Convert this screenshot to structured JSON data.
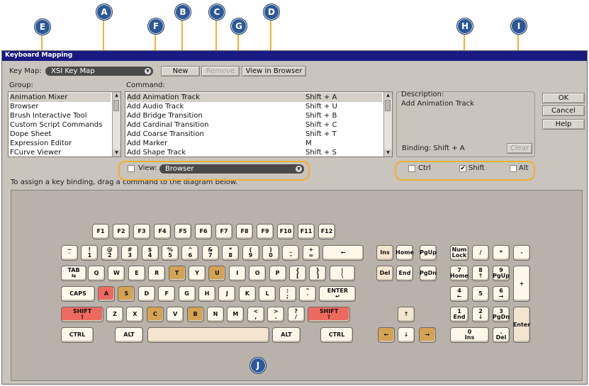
{
  "markers": [
    "A",
    "B",
    "C",
    "D",
    "E",
    "F",
    "G",
    "H",
    "I",
    "J"
  ],
  "window": {
    "title": "Keyboard Mapping"
  },
  "keymap": {
    "label": "Key Map:",
    "value": "XSI Key Map"
  },
  "buttons": {
    "new": "New",
    "remove": "Remove",
    "view_in_browser": "View in Browser",
    "ok": "OK",
    "cancel": "Cancel",
    "help": "Help",
    "clear": "Clear"
  },
  "group": {
    "label": "Group:",
    "items": [
      "Animation Mixer",
      "Browser",
      "Brush Interactive Tool",
      "Custom Script Commands",
      "Dope Sheet",
      "Expression Editor",
      "FCurve Viewer"
    ],
    "selected_index": 0
  },
  "command": {
    "label": "Command:",
    "items": [
      {
        "name": "Add Animation Track",
        "binding": "Shift + A"
      },
      {
        "name": "Add Audio Track",
        "binding": "Shift + U"
      },
      {
        "name": "Add Bridge Transition",
        "binding": "Shift + B"
      },
      {
        "name": "Add Cardinal Transition",
        "binding": "Shift + C"
      },
      {
        "name": "Add Coarse Transition",
        "binding": "Shift + T"
      },
      {
        "name": "Add Marker",
        "binding": "M"
      },
      {
        "name": "Add Shape Track",
        "binding": "Shift + S"
      }
    ],
    "selected_index": 0
  },
  "description": {
    "label": "Description:",
    "text": "Add Animation Track",
    "binding": "Binding: Shift + A"
  },
  "view": {
    "label": "View:",
    "value": "Browser",
    "checked": false
  },
  "modifiers": [
    {
      "label": "Ctrl",
      "checked": false
    },
    {
      "label": "Shift",
      "checked": true
    },
    {
      "label": "Alt",
      "checked": false
    }
  ],
  "hint": "To assign a key binding, drag a command to the diagram below.",
  "colors": {
    "titlebar": "#1a1a80",
    "marker": "#2c5897",
    "callout": "#f0b232",
    "key_bound": "#d4a254",
    "key_modifier_active": "#ee6a60",
    "key_default": "#fdf8ea"
  },
  "keyboard": {
    "fkeys": [
      "F1",
      "F2",
      "F3",
      "F4",
      "F5",
      "F6",
      "F7",
      "F8",
      "F9",
      "F10",
      "F11",
      "F12"
    ],
    "row1": [
      "~\n`",
      "!\n1",
      "@\n2",
      "#\n3",
      "$\n4",
      "%\n5",
      "^\n6",
      "&\n7",
      "*\n8",
      "(\n9",
      ")\n0",
      "_\n-",
      "+\n=",
      "←"
    ],
    "row2": [
      "TAB\n⇆",
      "Q",
      "W",
      "E",
      "R",
      "T",
      "Y",
      "U",
      "I",
      "O",
      "P",
      "{\n[",
      "}\n]",
      "|\n\\"
    ],
    "row3": [
      "CAPS",
      "A",
      "S",
      "D",
      "F",
      "G",
      "H",
      "J",
      "K",
      "L",
      ":\n;",
      "\"\n'",
      "ENTER\n↵"
    ],
    "row4": [
      "SHIFT\n⇧",
      "Z",
      "X",
      "C",
      "V",
      "B",
      "N",
      "M",
      "<\n,",
      ">\n.",
      "?\n/",
      "SHIFT\n⇧"
    ],
    "row5": [
      "CTRL",
      "ALT",
      "",
      "ALT",
      "CTRL"
    ],
    "nav": [
      "Ins",
      "Home",
      "PgUp",
      "Del",
      "End",
      "PgDn"
    ],
    "arrows": [
      "↑",
      "←",
      "↓",
      "→"
    ],
    "numpad": [
      "Num\nLock",
      "/",
      "*",
      "-",
      "7\nHome",
      "8\n↑",
      "9\nPgUp",
      "+",
      "4\n←",
      "5",
      "6\n→",
      "1\nEnd",
      "2\n↓",
      "3\nPgDn",
      "Enter",
      "0\nIns",
      ".\nDel"
    ]
  }
}
